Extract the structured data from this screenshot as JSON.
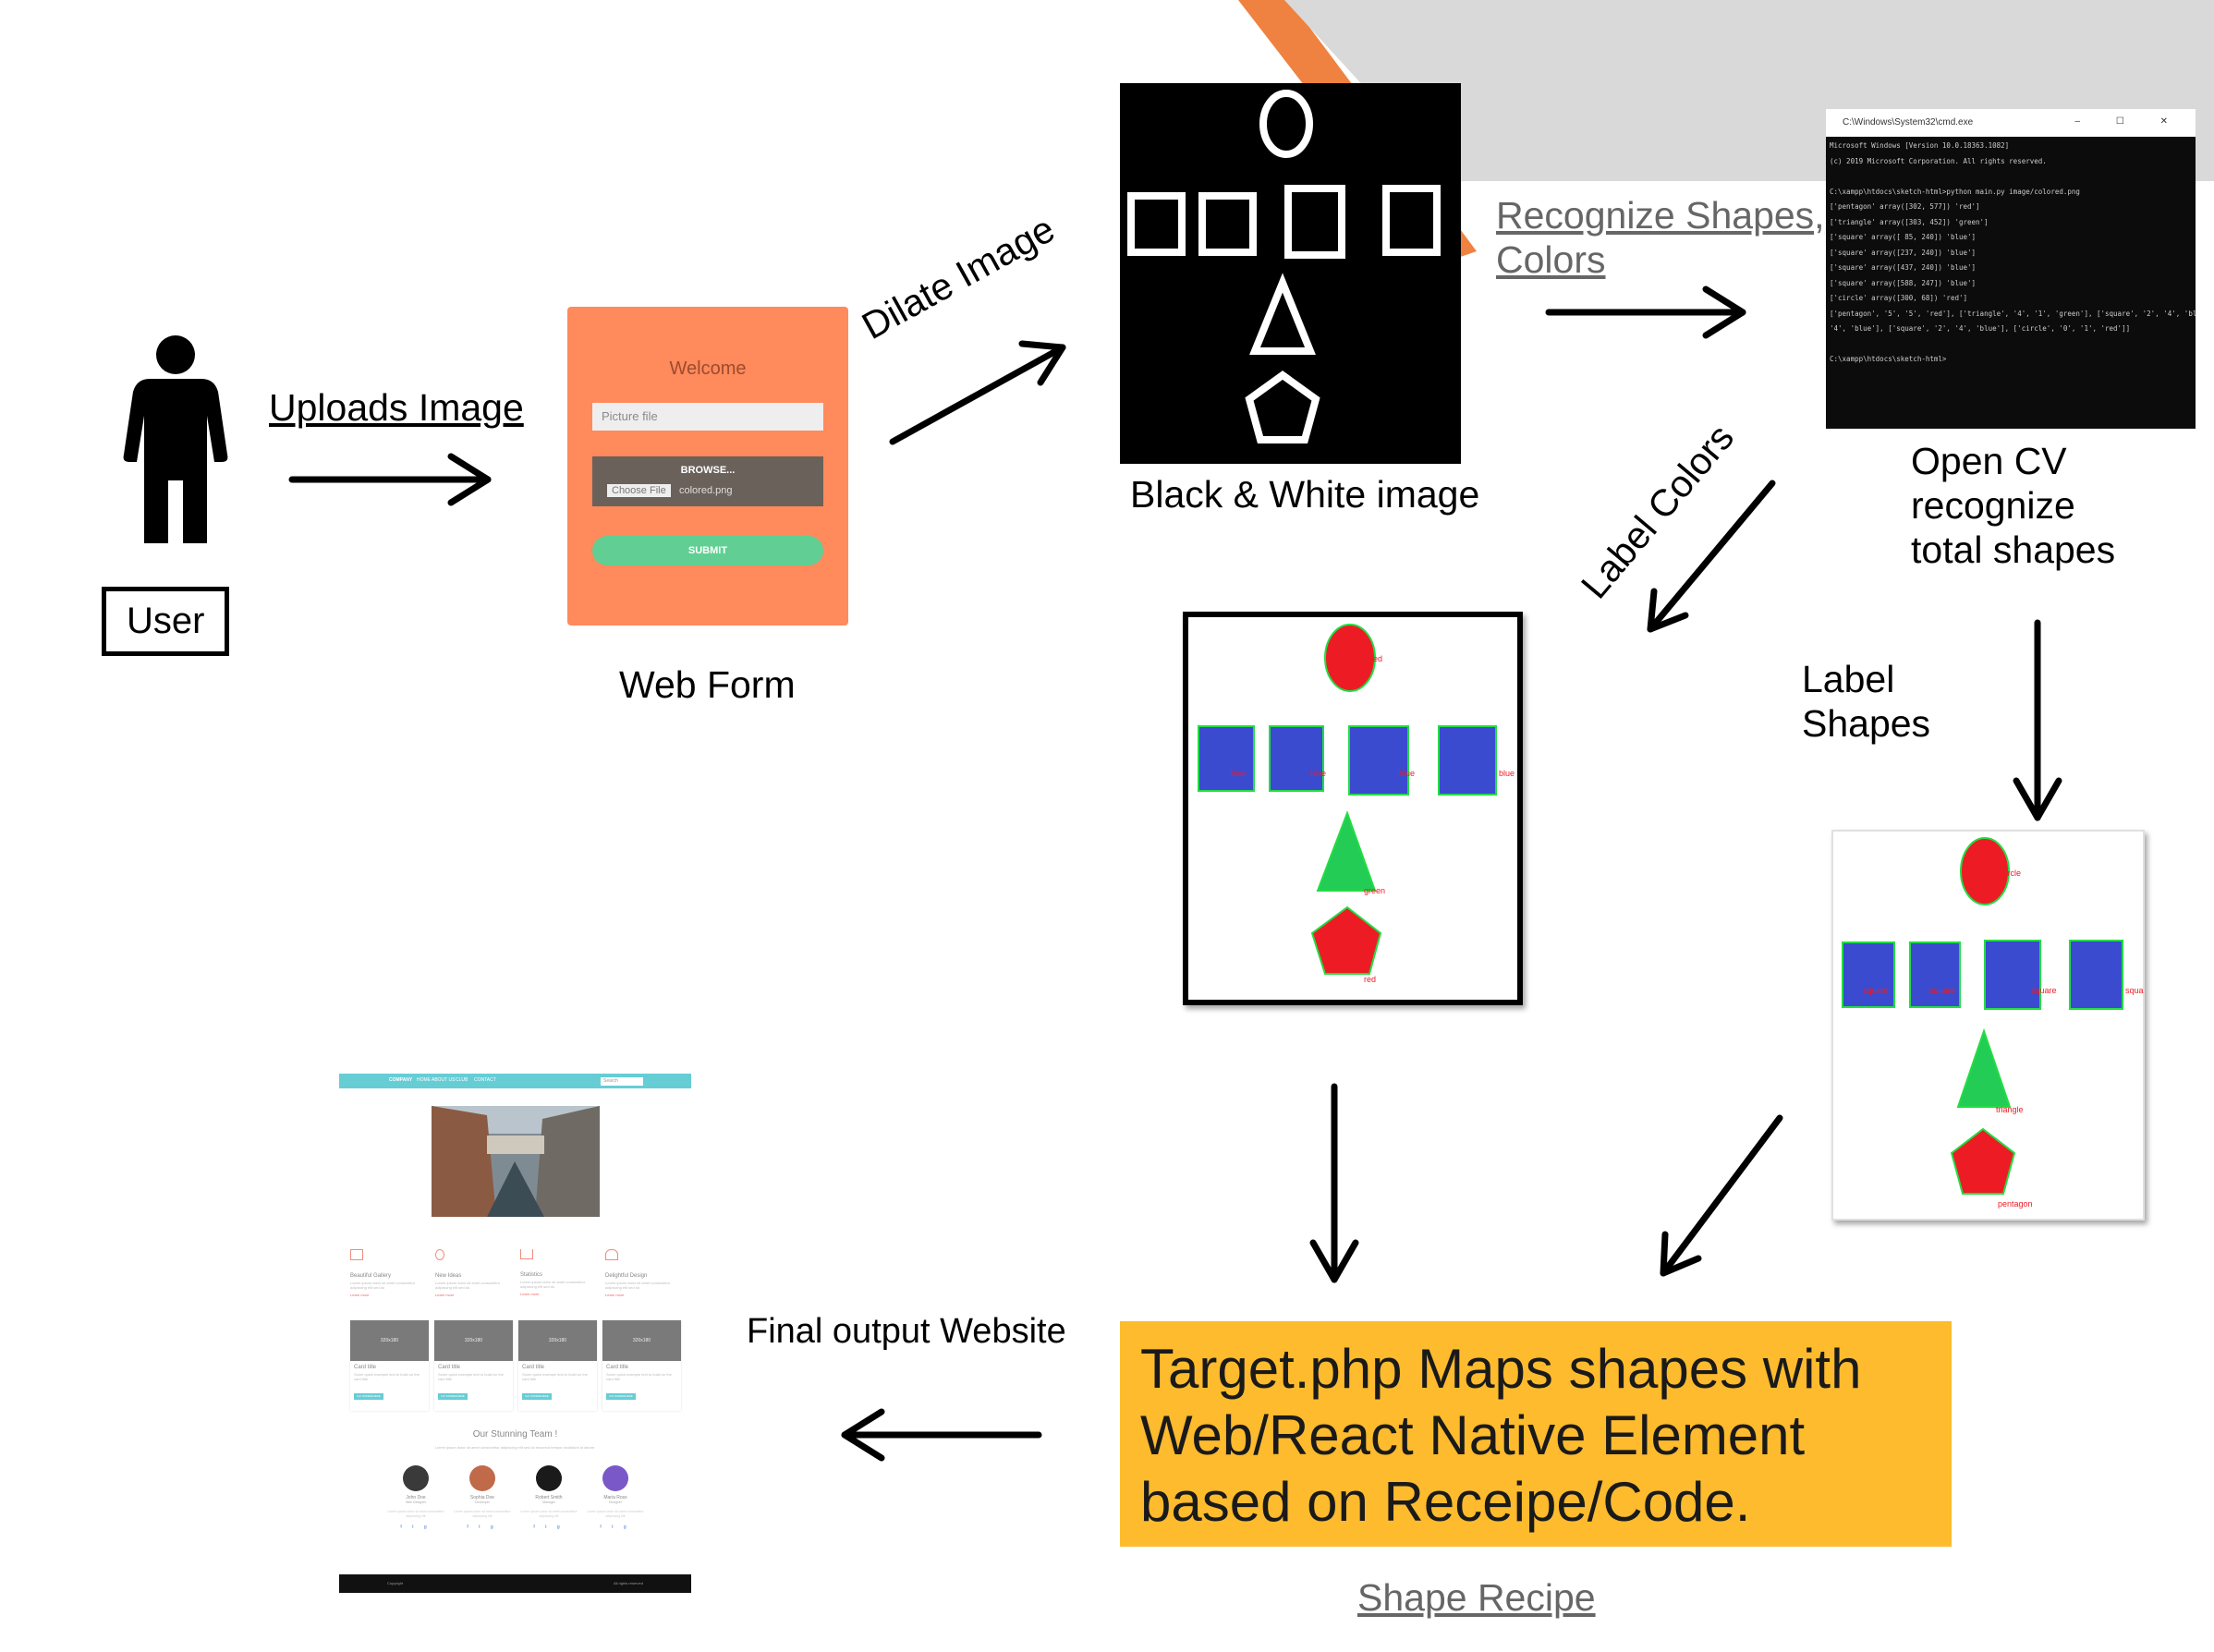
{
  "labels": {
    "user": "User",
    "uploads_image": "Uploads Image",
    "web_form": "Web Form",
    "dilate_image": "Dilate Image",
    "bw_image": "Black & White image",
    "recognize_line1": "Recognize Shapes,",
    "recognize_line2": "Colors",
    "opencv": [
      "Open CV",
      "recognize",
      "total shapes"
    ],
    "label_colors": "Label Colors",
    "label_shapes": [
      "Label",
      "Shapes"
    ],
    "final_output": "Final output Website",
    "target": [
      "Target.php Maps shapes with",
      "Web/React Native Element",
      "based on Receipe/Code."
    ],
    "shape_recipe": "Shape Recipe"
  },
  "web_form": {
    "title": "Welcome",
    "file_placeholder": "Picture file",
    "browse_label": "BROWSE...",
    "choose_file": "Choose File",
    "file_name": "colored.png",
    "submit_label": "SUBMIT"
  },
  "console": {
    "title": "C:\\Windows\\System32\\cmd.exe",
    "controls": "–  ☐  ✕",
    "lines": [
      "Microsoft Windows [Version 10.0.18363.1082]",
      "(c) 2019 Microsoft Corporation. All rights reserved.",
      "",
      "C:\\xampp\\htdocs\\sketch-html>python main.py image/colored.png",
      "['pentagon' array([302, 577]) 'red']",
      "['triangle' array([303, 452]) 'green']",
      "['square' array([ 85, 240]) 'blue']",
      "['square' array([237, 240]) 'blue']",
      "['square' array([437, 240]) 'blue']",
      "['square' array([588, 247]) 'blue']",
      "['circle' array([300, 68]) 'red']",
      "['pentagon', '5', '5', 'red'], ['triangle', '4', '1', 'green'], ['square', '2', '4', 'blue'], ['square', '2', '4', 'blue'], ['square', '2',",
      "'4', 'blue'], ['square', '2', '4', 'blue'], ['circle', '0', '1', 'red']]",
      "",
      "C:\\xampp\\htdocs\\sketch-html>"
    ]
  },
  "labeled_colors": [
    "red",
    "blue",
    "blue",
    "blue",
    "blue",
    "green",
    "red"
  ],
  "labeled_shapes": [
    "circle",
    "square",
    "square",
    "square",
    "squa",
    "triangle",
    "pentagon"
  ],
  "website": {
    "nav": [
      "COMPANY",
      "HOME",
      "ABOUT US",
      "CLUB",
      "CONTACT"
    ],
    "search": "Search",
    "features": [
      {
        "title": "Beautiful Gallery",
        "text": "Lorem ipsum dolor sit amet consectetur adipiscing elit sed do",
        "link": "Learn more"
      },
      {
        "title": "New Ideas",
        "text": "Lorem ipsum dolor sit amet consectetur adipiscing elit sed do",
        "link": "Learn more"
      },
      {
        "title": "Statistics",
        "text": "Lorem ipsum dolor sit amet consectetur adipiscing elit sed do",
        "link": "Learn more"
      },
      {
        "title": "Delightful Design",
        "text": "Lorem ipsum dolor sit amet consectetur adipiscing elit sed do",
        "link": "Learn more"
      }
    ],
    "cards": [
      {
        "img": "320x180",
        "title": "Card title",
        "text": "Some quick example text to build on the card title",
        "button": "GO SOMEWHERE"
      },
      {
        "img": "320x180",
        "title": "Card title",
        "text": "Some quick example text to build on the card title",
        "button": "GO SOMEWHERE"
      },
      {
        "img": "320x180",
        "title": "Card title",
        "text": "Some quick example text to build on the card title",
        "button": "GO SOMEWHERE"
      },
      {
        "img": "320x180",
        "title": "Card title",
        "text": "Some quick example text to build on the card title",
        "button": "GO SOMEWHERE"
      }
    ],
    "team_title": "Our Stunning Team !",
    "team_sub": "Lorem ipsum dolor sit amet consectetur adipiscing elit sed do eiusmod tempor incididunt ut labore",
    "members": [
      {
        "name": "John Doe",
        "role": "Web Designer",
        "bio": "Lorem ipsum dolor sit amet consectetur adipiscing elit",
        "social": "f t g"
      },
      {
        "name": "Sophia Doe",
        "role": "Developer",
        "bio": "Lorem ipsum dolor sit amet consectetur adipiscing elit",
        "social": "f t g"
      },
      {
        "name": "Robert Smith",
        "role": "Manager",
        "bio": "Lorem ipsum dolor sit amet consectetur adipiscing elit",
        "social": "f t g"
      },
      {
        "name": "Maria Ross",
        "role": "Designer",
        "bio": "Lorem ipsum dolor sit amet consectetur adipiscing elit",
        "social": "f t g"
      }
    ],
    "footer_left": "Copyright",
    "footer_right": "All rights reserved"
  },
  "colors": {
    "accent_orange": "#ef8240",
    "banner_gray": "#d9d9d9",
    "form_bg": "#ff8a5b",
    "shape_red": "#ed1c24",
    "shape_blue": "#3a4bcf",
    "shape_green": "#22cc55",
    "outline_green": "#22dd44",
    "yellow_box": "#fdbb2d",
    "link_gray": "#666666"
  }
}
